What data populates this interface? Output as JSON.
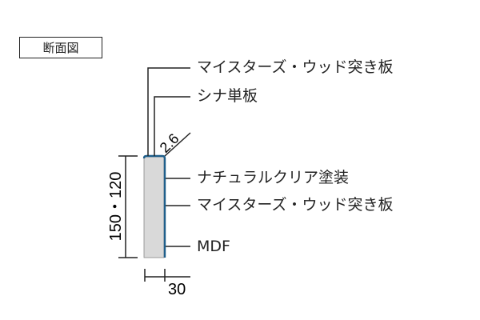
{
  "title": "断面図",
  "labels": {
    "layer1": "マイスターズ・ウッド突き板",
    "layer2": "シナ単板",
    "finish": "ナチュラルクリア塗装",
    "layer3": "マイスターズ・ウッド突き板",
    "core": "MDF"
  },
  "dimensions": {
    "height": "150・120",
    "width": "30",
    "veneer": "2.6"
  },
  "colors": {
    "edge": "#1f5f8b",
    "core": "#d9d9d9"
  }
}
